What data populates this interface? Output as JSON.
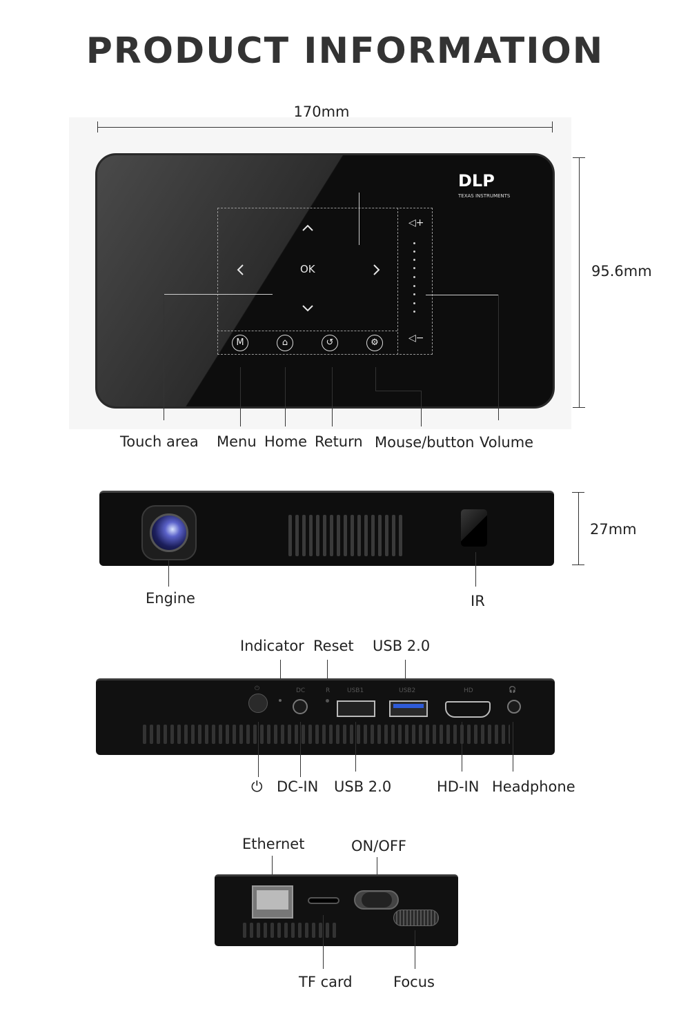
{
  "title": "PRODUCT INFORMATION",
  "top_view": {
    "width_dim": "170mm",
    "height_dim": "95.6mm",
    "brand": {
      "logo": "DLP",
      "sub": "TEXAS INSTRUMENTS"
    },
    "touch_keys": {
      "ok": "OK",
      "up_icon": "chevron-up-icon",
      "down_icon": "chevron-down-icon",
      "left_icon": "chevron-left-icon",
      "right_icon": "chevron-right-icon"
    },
    "buttons": [
      {
        "glyph": "M",
        "icon": "menu-icon"
      },
      {
        "glyph": "⌂",
        "icon": "home-icon"
      },
      {
        "glyph": "↺",
        "icon": "return-icon"
      },
      {
        "glyph": "⚙",
        "icon": "mouse-button-icon"
      }
    ],
    "volume": {
      "up": "◁+",
      "down": "◁−"
    },
    "labels": [
      "Touch area",
      "Menu",
      "Home",
      "Return",
      "Mouse/button",
      "Volume"
    ]
  },
  "front_view": {
    "height_dim": "27mm",
    "labels": {
      "engine": "Engine",
      "ir": "IR"
    }
  },
  "rear_view": {
    "top_labels": {
      "indicator": "Indicator",
      "reset": "Reset",
      "usb_top": "USB 2.0"
    },
    "bottom_labels": {
      "power_icon": "⏻",
      "dc_in": "DC-IN",
      "usb_bottom": "USB 2.0",
      "hd_in": "HD-IN",
      "headphone": "Headphone"
    },
    "port_print": {
      "power": "⏻",
      "dc": "DC",
      "reset": "R",
      "usb1": "USB1",
      "usb2": "USB2",
      "hd": "HD",
      "headphone": "🎧"
    }
  },
  "side_view": {
    "labels": {
      "ethernet": "Ethernet",
      "onoff": "ON/OFF",
      "tf": "TF card",
      "focus": "Focus"
    }
  }
}
